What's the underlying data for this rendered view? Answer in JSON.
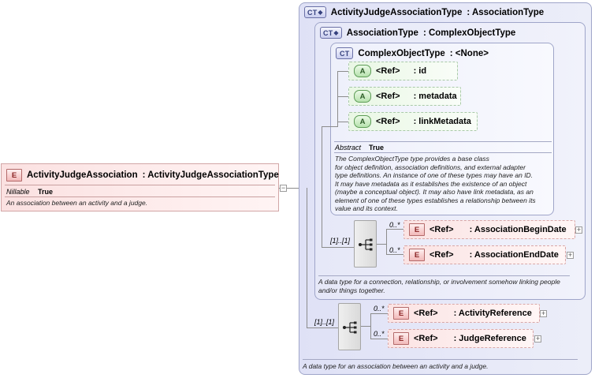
{
  "root_element": {
    "badge": "E",
    "name": "ActivityJudgeAssociation",
    "type": ": ActivityJudgeAssociationType",
    "nillable_label": "Nillable",
    "nillable_value": "True",
    "description": "An association between an activity and a judge."
  },
  "outer_type": {
    "badge": "CT",
    "name": "ActivityJudgeAssociationType",
    "base": ": AssociationType",
    "description": "A data type for an association between an activity and a judge.",
    "sequence_occurrence": "[1]..[1]",
    "elements": [
      {
        "badge": "E",
        "ref": "<Ref>",
        "name": ": ActivityReference",
        "occurrence": "0..*"
      },
      {
        "badge": "E",
        "ref": "<Ref>",
        "name": ": JudgeReference",
        "occurrence": "0..*"
      }
    ]
  },
  "middle_type": {
    "badge": "CT",
    "name": "AssociationType",
    "base": ": ComplexObjectType",
    "description": "A data type for a connection, relationship, or involvement somehow linking people and/or things together.",
    "sequence_occurrence": "[1]..[1]",
    "elements": [
      {
        "badge": "E",
        "ref": "<Ref>",
        "name": ": AssociationBeginDate",
        "occurrence": "0..*"
      },
      {
        "badge": "E",
        "ref": "<Ref>",
        "name": ": AssociationEndDate",
        "occurrence": "0..*"
      }
    ]
  },
  "inner_type": {
    "badge": "CT",
    "name": "ComplexObjectType",
    "base": ": <None>",
    "abstract_label": "Abstract",
    "abstract_value": "True",
    "attributes": [
      {
        "badge": "A",
        "ref": "<Ref>",
        "name": ": id"
      },
      {
        "badge": "A",
        "ref": "<Ref>",
        "name": ": metadata"
      },
      {
        "badge": "A",
        "ref": "<Ref>",
        "name": ": linkMetadata"
      }
    ],
    "description_lines": [
      "The ComplexObjectType type provides a base class",
      "for object definition, association definitions, and external adapter",
      "type definitions. An instance of one of these types may have an ID.",
      "It may have metadata as it establishes the existence of an object",
      "(maybe a conceptual object). It may also have link metadata, as an",
      "element of one of these types establishes a relationship between its",
      "value and its context."
    ]
  },
  "expander_symbol": "+",
  "collapse_symbol": "−"
}
